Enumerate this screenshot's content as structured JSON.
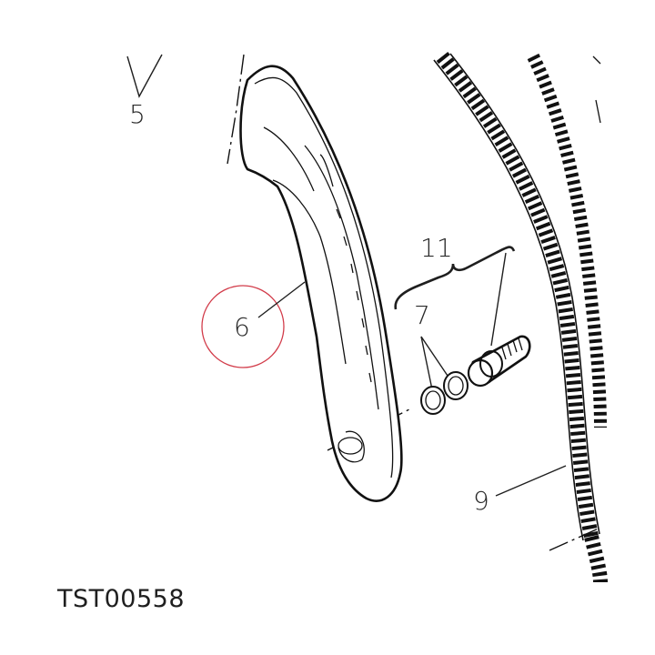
{
  "figure": {
    "reference_code": "TST00558",
    "callouts": [
      {
        "id": "c5",
        "label": "5"
      },
      {
        "id": "c6",
        "label": "6"
      },
      {
        "id": "c7",
        "label": "7"
      },
      {
        "id": "c9",
        "label": "9"
      },
      {
        "id": "c11",
        "label": "11"
      }
    ],
    "highlight": {
      "target_label": "6",
      "color": "#d23c4a"
    }
  }
}
